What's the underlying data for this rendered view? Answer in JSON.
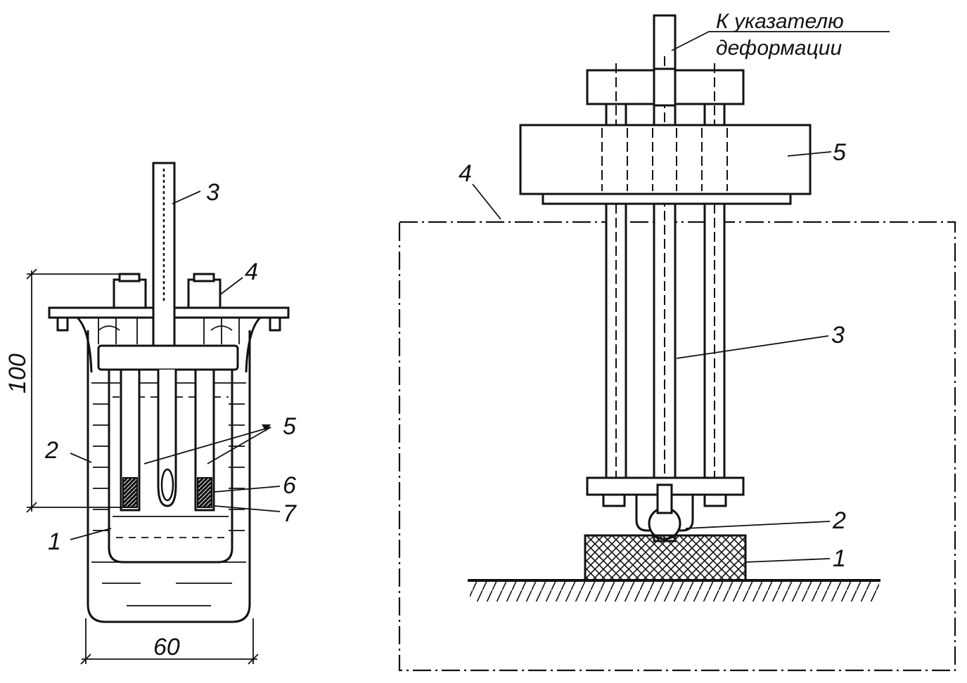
{
  "left_figure": {
    "labels": {
      "l1": "1",
      "l2": "2",
      "l3": "3",
      "l4": "4",
      "l5": "5",
      "l6": "6",
      "l7": "7"
    },
    "dimensions": {
      "height": "100",
      "width": "60"
    }
  },
  "right_figure": {
    "labels": {
      "l1": "1",
      "l2": "2",
      "l3": "3",
      "l4": "4",
      "l5": "5"
    },
    "annotation_line1": "К  указателю",
    "annotation_line2": "деформации"
  }
}
